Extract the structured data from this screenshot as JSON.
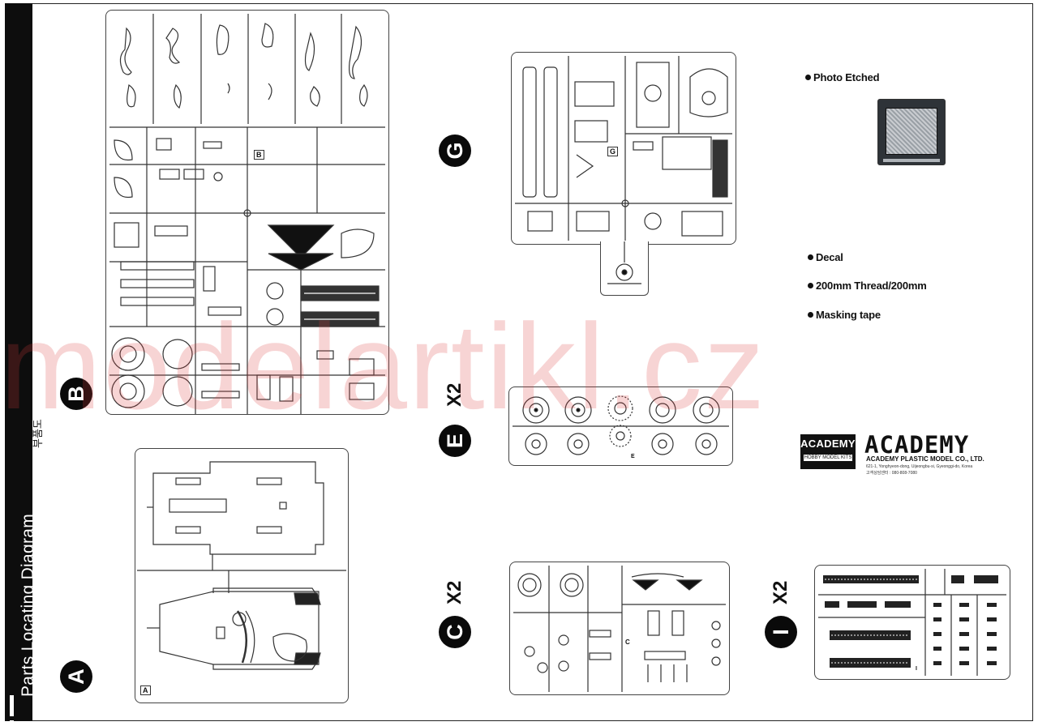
{
  "sidebar": {
    "title": "Parts Locating Diagram",
    "korean": "부품도"
  },
  "sprues": [
    {
      "id": "A",
      "label": "A",
      "multiplier": ""
    },
    {
      "id": "B",
      "label": "B",
      "multiplier": ""
    },
    {
      "id": "G",
      "label": "G",
      "multiplier": ""
    },
    {
      "id": "E",
      "label": "E",
      "multiplier": "X2"
    },
    {
      "id": "C",
      "label": "C",
      "multiplier": "X2"
    },
    {
      "id": "I",
      "label": "I",
      "multiplier": "X2"
    }
  ],
  "accessories": {
    "photo_etched": "Photo Etched",
    "decal": "Decal",
    "thread": "200mm Thread/200mm",
    "masking_tape": "Masking tape"
  },
  "brand": {
    "box_title": "ACADEMY",
    "box_sub": "HOBBY MODEL KITS",
    "wordmark": "ACADEMY",
    "company": "ACADEMY PLASTIC MODEL CO., LTD.",
    "address": "621-1, Yonghyeon-dong, Uijeongbu-si, Gyeonggi-do, Korea",
    "tel": "고객상담센터 : 080-808-7080"
  },
  "watermark": "modelartikl.cz",
  "colors": {
    "ink": "#111111",
    "watermark": "#dc3c3c"
  }
}
